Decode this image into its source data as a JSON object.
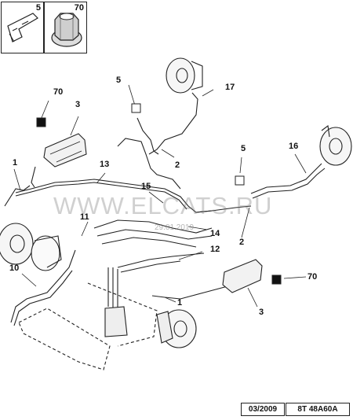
{
  "insets": [
    {
      "number": "5"
    },
    {
      "number": "70"
    }
  ],
  "callouts": {
    "c1_left": "1",
    "c1_bottom": "1",
    "c2_top": "2",
    "c2_mid": "2",
    "c3_top": "3",
    "c3_bottom": "3",
    "c5_top": "5",
    "c5_mid": "5",
    "c10": "10",
    "c11": "11",
    "c12": "12",
    "c13": "13",
    "c14": "14",
    "c15": "15",
    "c16": "16",
    "c17": "17",
    "c70_top": "70",
    "c70_bottom": "70"
  },
  "watermark": {
    "text": "WWW.ELCATS.RU",
    "date": "29.01.2019"
  },
  "footer": {
    "date": "03/2009",
    "code": "8T 48A60A"
  }
}
